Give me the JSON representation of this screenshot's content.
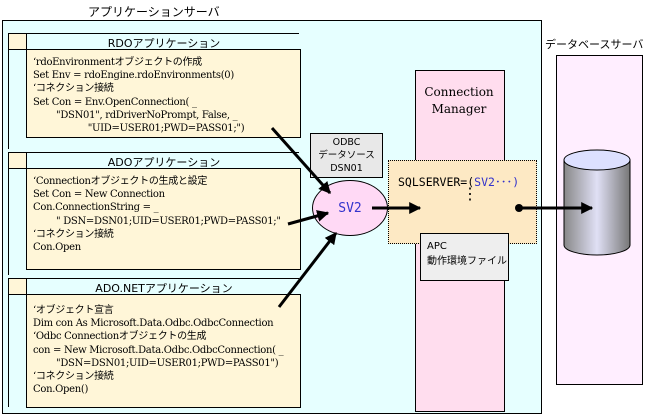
{
  "app_server": {
    "label": "アプリケーションサーバ"
  },
  "db_server": {
    "label": "データベースサーバ"
  },
  "rdo": {
    "title": "RDOアプリケーション",
    "code": "‘rdoEnvironmentオブジェクトの作成\nSet Env = rdoEngine.rdoEnvironments(0)\n‘コネクション接続\nSet Con = Env.OpenConnection( _\n        \"DSN01\", rdDriverNoPrompt, False, _\n                   \"UID=USER01;PWD=PASS01;\")"
  },
  "ado": {
    "title": "ADOアプリケーション",
    "code": "‘Connectionオブジェクトの生成と設定\nSet Con = New Connection\nCon.ConnectionString = _\n        \" DSN=DSN01;UID=USER01;PWD=PASS01;\"\n‘コネクション接続\nCon.Open"
  },
  "adonet": {
    "title": "ADO.NETアプリケーション",
    "code": "‘オブジェクト宣言\nDim con As Microsoft.Data.Odbc.OdbcConnection\n‘Odbc Connectionオブジェクトの生成\ncon = New Microsoft.Data.Odbc.OdbcConnection( _\n        \"DSN=DSN01;UID=USER01;PWD=PASS01\")\n‘コネクション接続\nCon.Open()"
  },
  "odbc": {
    "line1": "ODBC",
    "line2": "データソース",
    "line3": "DSN01"
  },
  "datasource": {
    "name": "SV2"
  },
  "connection_manager": {
    "line1": "Connection",
    "line2": "Manager"
  },
  "config": {
    "prefix": "SQLSERVER=(",
    "value": "SV2",
    "suffix": "･･･)",
    "ellipsis": "⋮"
  },
  "apc": {
    "line1": "APC",
    "line2": "動作環境ファイル"
  },
  "colors": {
    "app_server": "#e6ffff",
    "db_server": "#ffeeff",
    "code_bg": "#fff6d8",
    "conn_mgr": "#ffddee",
    "highlight": "#3333cc"
  }
}
